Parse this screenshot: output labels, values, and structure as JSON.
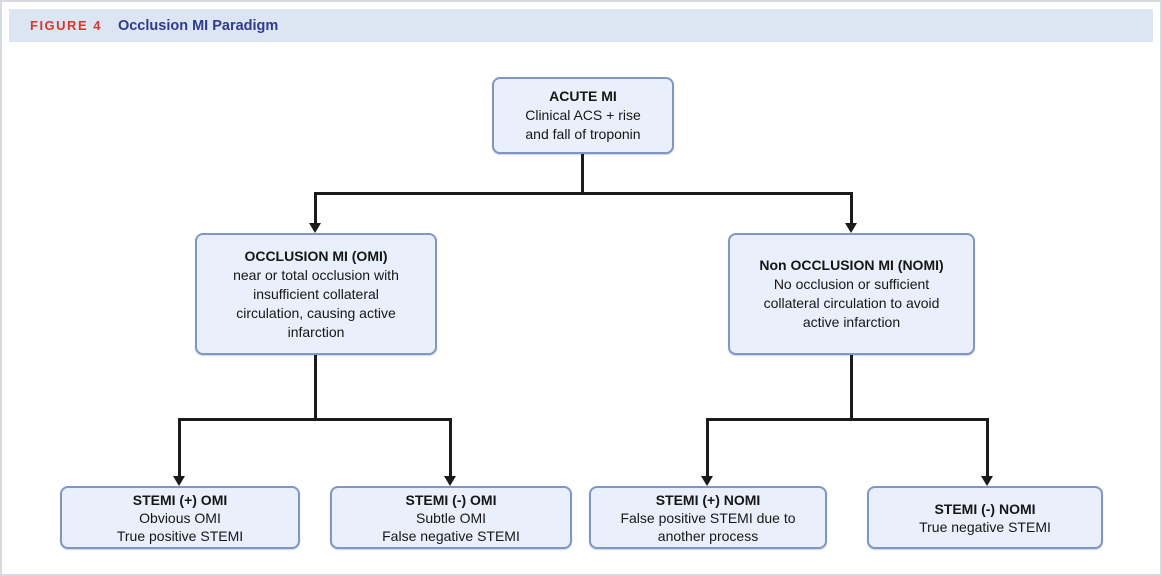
{
  "figure_header": {
    "label": "FIGURE 4",
    "title": "Occlusion MI Paradigm"
  },
  "colors": {
    "header_bg": "#dbe6f2",
    "figure_label_color": "#d6382e",
    "figure_title_color": "#303a8f",
    "node_fill": "#eaf0fb",
    "node_border": "#8096c4",
    "line_color": "#1b1b1b"
  },
  "nodes": [
    {
      "id": "acute-mi",
      "title": "ACUTE MI",
      "body": [
        "Clinical ACS + rise",
        "and fall of troponin"
      ]
    },
    {
      "id": "occlusion-mi",
      "title": "OCCLUSION MI (OMI)",
      "body": [
        "near or total occlusion with",
        "insufficient collateral",
        "circulation, causing active",
        "infarction"
      ]
    },
    {
      "id": "non-occlusion-mi",
      "title": "Non OCCLUSION MI (NOMI)",
      "body": [
        "No occlusion or sufficient",
        "collateral circulation to avoid",
        "active infarction"
      ]
    },
    {
      "id": "stemi-pos-omi",
      "title": "STEMI (+) OMI",
      "body": [
        "Obvious OMI",
        "True positive STEMI"
      ]
    },
    {
      "id": "stemi-neg-omi",
      "title": "STEMI (-) OMI",
      "body": [
        "Subtle OMI",
        "False negative STEMI"
      ]
    },
    {
      "id": "stemi-pos-nomi",
      "title": "STEMI (+) NOMI",
      "body": [
        "False positive STEMI due to",
        "another process"
      ]
    },
    {
      "id": "stemi-neg-nomi",
      "title": "STEMI (-) NOMI",
      "body": [
        "True negative STEMI"
      ]
    }
  ]
}
